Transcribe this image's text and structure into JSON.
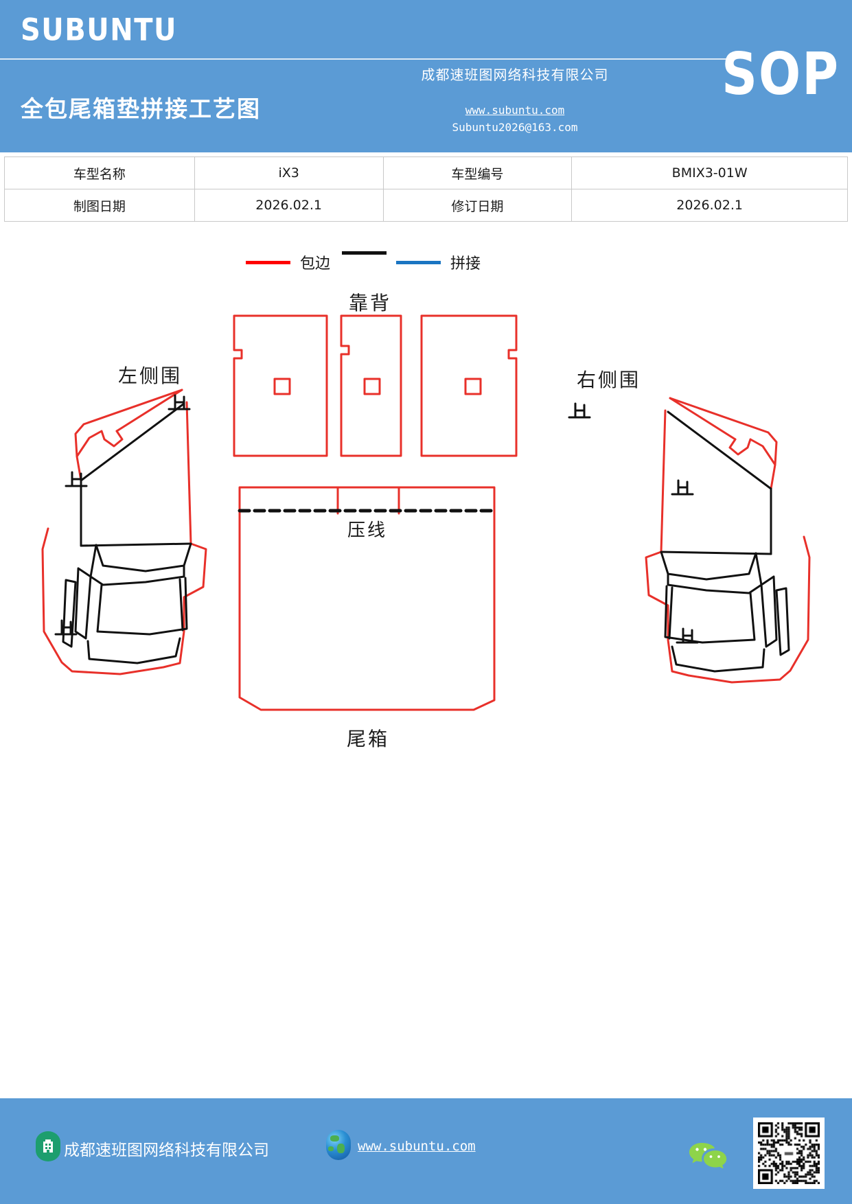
{
  "header": {
    "logo": "SUBUNTU",
    "company": "成都速班图网络科技有限公司",
    "badge": "SOP",
    "title": "全包尾箱垫拼接工艺图",
    "website": "www.subuntu.com",
    "email": "Subuntu2026@163.com"
  },
  "info_table": {
    "rows": [
      {
        "label1": "车型名称",
        "value1": "iX3",
        "label2": "车型编号",
        "value2": "BMIX3-01W"
      },
      {
        "label1": "制图日期",
        "value1": "2026.02.1",
        "label2": "修订日期",
        "value2": "2026.02.1"
      }
    ]
  },
  "legend": {
    "items": [
      {
        "label": "包边",
        "color": "#ff0000"
      },
      {
        "label": "",
        "color": "#111111"
      },
      {
        "label": "拼接",
        "color": "#1a75c2"
      }
    ]
  },
  "drawing": {
    "labels": {
      "backrest": "靠背",
      "left_side": "左侧围",
      "right_side": "右侧围",
      "press_line": "压线",
      "trunk": "尾箱"
    },
    "stop_marker": "止",
    "colors": {
      "binding": "#e8302a",
      "seam": "#111111",
      "splice": "#1a75c2"
    }
  },
  "footer": {
    "company": "成都速班图网络科技有限公司",
    "website": "www.subuntu.com",
    "building_icon": "building-icon",
    "globe_icon": "globe-icon",
    "wechat_icon": "wechat-icon",
    "qr_icon": "qr-code"
  }
}
